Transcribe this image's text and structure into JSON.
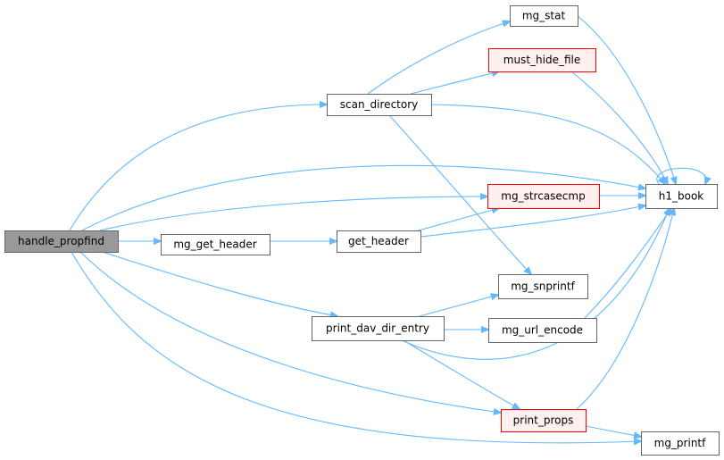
{
  "colors": {
    "edge": "#63b8ff",
    "default_fill": "#ffffff",
    "default_border": "#666666",
    "highlight_fill": "#999999",
    "highlight_border": "#666666",
    "red_fill": "#fff0f0",
    "red_border": "#ff0000"
  },
  "nodes": {
    "handle_propfind": {
      "label": "handle_propfind",
      "style": "highlight"
    },
    "scan_directory": {
      "label": "scan_directory",
      "style": "default"
    },
    "mg_get_header": {
      "label": "mg_get_header",
      "style": "default"
    },
    "get_header": {
      "label": "get_header",
      "style": "default"
    },
    "print_dav_dir_entry": {
      "label": "print_dav_dir_entry",
      "style": "default"
    },
    "mg_stat": {
      "label": "mg_stat",
      "style": "default"
    },
    "must_hide_file": {
      "label": "must_hide_file",
      "style": "red"
    },
    "mg_strcasecmp": {
      "label": "mg_strcasecmp",
      "style": "red"
    },
    "mg_snprintf": {
      "label": "mg_snprintf",
      "style": "default"
    },
    "mg_url_encode": {
      "label": "mg_url_encode",
      "style": "default"
    },
    "print_props": {
      "label": "print_props",
      "style": "red"
    },
    "h1_book": {
      "label": "h1_book",
      "style": "default"
    },
    "mg_printf": {
      "label": "mg_printf",
      "style": "default"
    }
  },
  "edges": [
    {
      "from": "handle_propfind",
      "to": "scan_directory"
    },
    {
      "from": "handle_propfind",
      "to": "h1_book"
    },
    {
      "from": "handle_propfind",
      "to": "mg_strcasecmp"
    },
    {
      "from": "handle_propfind",
      "to": "mg_get_header"
    },
    {
      "from": "handle_propfind",
      "to": "print_dav_dir_entry"
    },
    {
      "from": "handle_propfind",
      "to": "print_props"
    },
    {
      "from": "handle_propfind",
      "to": "mg_printf"
    },
    {
      "from": "scan_directory",
      "to": "mg_stat"
    },
    {
      "from": "scan_directory",
      "to": "must_hide_file"
    },
    {
      "from": "scan_directory",
      "to": "h1_book"
    },
    {
      "from": "scan_directory",
      "to": "mg_snprintf"
    },
    {
      "from": "mg_get_header",
      "to": "get_header"
    },
    {
      "from": "get_header",
      "to": "mg_strcasecmp"
    },
    {
      "from": "get_header",
      "to": "h1_book"
    },
    {
      "from": "print_dav_dir_entry",
      "to": "mg_snprintf"
    },
    {
      "from": "print_dav_dir_entry",
      "to": "mg_url_encode"
    },
    {
      "from": "print_dav_dir_entry",
      "to": "h1_book"
    },
    {
      "from": "print_dav_dir_entry",
      "to": "print_props"
    },
    {
      "from": "mg_stat",
      "to": "h1_book"
    },
    {
      "from": "must_hide_file",
      "to": "h1_book"
    },
    {
      "from": "mg_strcasecmp",
      "to": "h1_book"
    },
    {
      "from": "mg_url_encode",
      "to": "h1_book"
    },
    {
      "from": "print_props",
      "to": "h1_book"
    },
    {
      "from": "print_props",
      "to": "mg_printf"
    },
    {
      "from": "h1_book",
      "to": "h1_book"
    }
  ]
}
